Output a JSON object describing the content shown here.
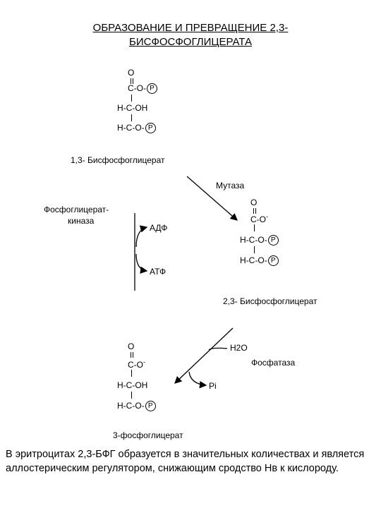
{
  "title_line1": "ОБРАЗОВАНИЕ И ПРЕВРАЩЕНИЕ  2,3-",
  "title_line2": "БИСФОСФОГЛИЦЕРАТА",
  "mol1_name": "1,3- Бисфосфоглицерат",
  "mol2_name": "2,3- Бисфосфоглицерат",
  "mol3_name": "3-фосфоглицерат",
  "enzyme_mutase": "Мутаза",
  "enzyme_kinase_line1": "Фосфоглицерат-",
  "enzyme_kinase_line2": "киназа",
  "enzyme_phosphatase": "Фосфатаза",
  "adp": "АДФ",
  "atp": "АТФ",
  "water": "H2O",
  "pi": "Pi",
  "atoms": {
    "O": "O",
    "C": "C",
    "H": "H",
    "OH": "OH",
    "P": "P",
    "dash": "-",
    "minus": "-"
  },
  "bottom_text": "В эритроцитах 2,3-БФГ образуется в значительных количествах и является аллостерическим регулятором, снижающим сродство Нв к кислороду."
}
